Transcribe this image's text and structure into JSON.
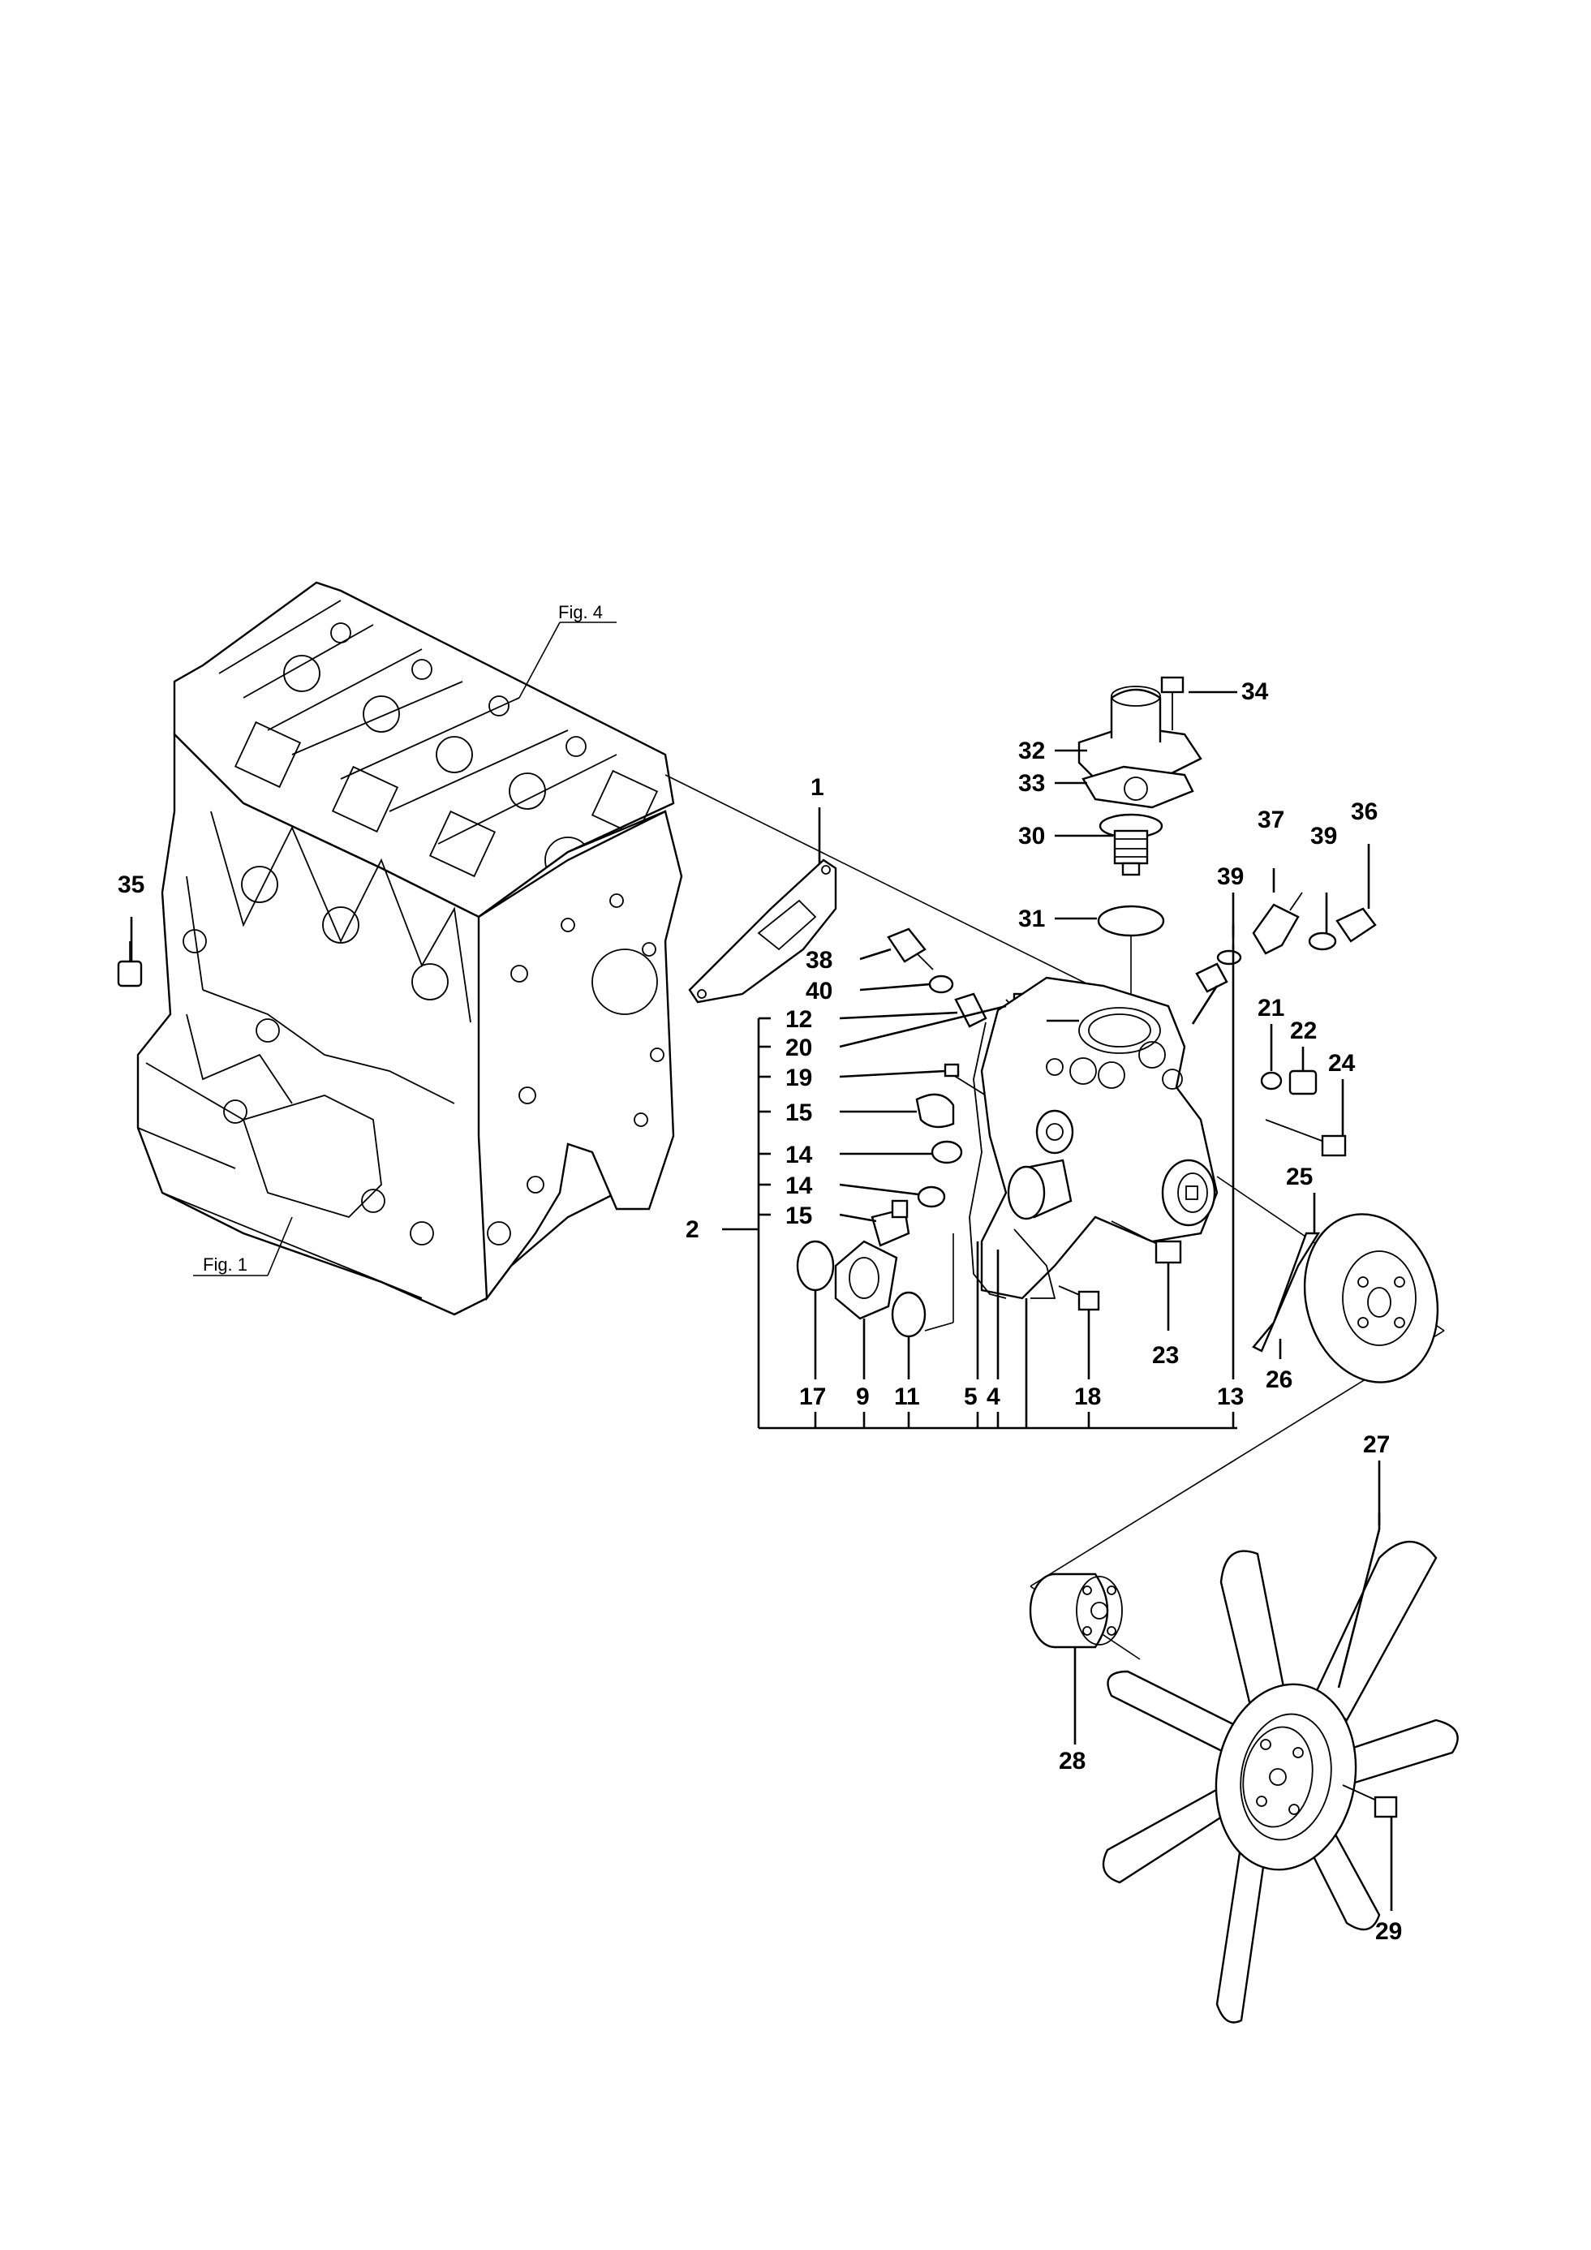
{
  "figure_refs": {
    "fig4": "Fig. 4",
    "fig1": "Fig. 1"
  },
  "callouts": {
    "c1": "1",
    "c2": "2",
    "c4": "4",
    "c5": "5",
    "c9": "9",
    "c11": "11",
    "c12": "12",
    "c13": "13",
    "c14a": "14",
    "c14b": "14",
    "c15a": "15",
    "c15b": "15",
    "c17": "17",
    "c18": "18",
    "c19": "19",
    "c20": "20",
    "c21": "21",
    "c22": "22",
    "c23": "23",
    "c24": "24",
    "c25": "25",
    "c26": "26",
    "c27": "27",
    "c28": "28",
    "c29": "29",
    "c30": "30",
    "c31": "31",
    "c32": "32",
    "c33": "33",
    "c34": "34",
    "c35": "35",
    "c36": "36",
    "c37": "37",
    "c38": "38",
    "c39a": "39",
    "c39b": "39",
    "c40": "40"
  }
}
